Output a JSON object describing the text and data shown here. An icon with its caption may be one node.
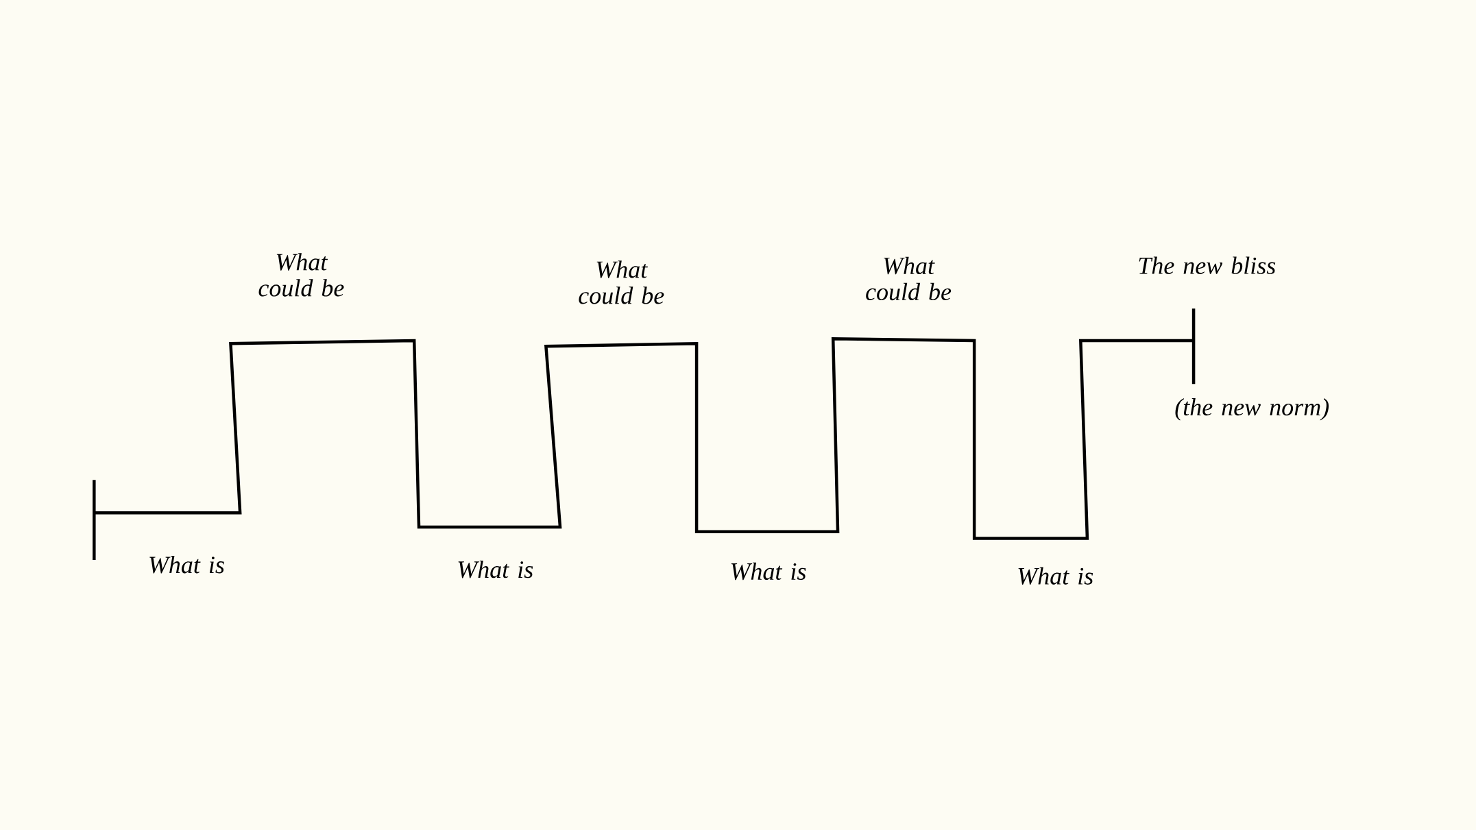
{
  "diagram": {
    "labels": [
      "What could be",
      "What could be",
      "What could be",
      "The new bliss",
      "(the new norm)",
      "What is",
      "What is",
      "What is",
      "What is"
    ]
  }
}
